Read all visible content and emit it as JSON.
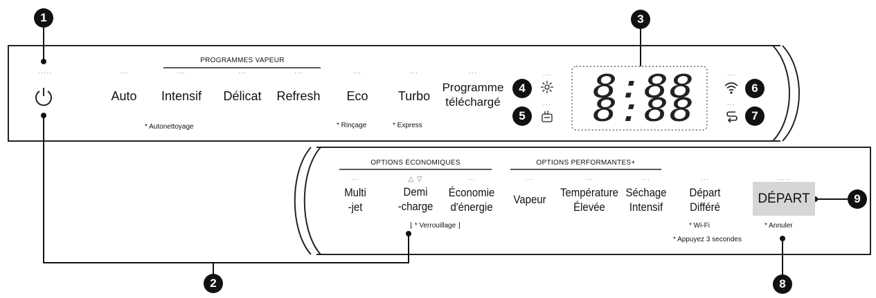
{
  "callouts": [
    "1",
    "2",
    "3",
    "4",
    "5",
    "6",
    "7",
    "8",
    "9"
  ],
  "top_panel": {
    "group_label": "PROGRAMMES VAPEUR",
    "power_icon": "power-icon",
    "programs": [
      "Auto",
      "Intensif",
      "Délicat",
      "Refresh",
      "Eco",
      "Turbo"
    ],
    "download_program": [
      "Programme",
      "téléchargé"
    ],
    "notes": {
      "intensif": "* Autonettoyage",
      "eco": "* Rinçage",
      "turbo": "* Express"
    },
    "display_time": "8:88",
    "status_icons": [
      "rinse-aid-icon",
      "detergent-icon",
      "wifi-icon",
      "remote-start-icon"
    ]
  },
  "bottom_panel": {
    "eco_group_label": "OPTIONS ÉCONOMIQUES",
    "perf_group_label": "OPTIONS PERFORMANTES+",
    "arrows": "△ ▽",
    "options": {
      "multijet": [
        "Multi",
        "-jet"
      ],
      "demi": [
        "Demi",
        "-charge"
      ],
      "economie": [
        "Économie",
        "d'énergie"
      ],
      "vapeur": [
        "Vapeur"
      ],
      "temperature": [
        "Température",
        "Élevée"
      ],
      "sechage": [
        "Séchage",
        "Intensif"
      ],
      "depart_differe": [
        "Départ",
        "Différé"
      ]
    },
    "lock_note": "* Verrouillage",
    "wifi_note": "* Wi-Fi",
    "press_note": "* Appuyez 3 secondes",
    "start_label": "DÉPART",
    "cancel_note": "* Annuler"
  }
}
